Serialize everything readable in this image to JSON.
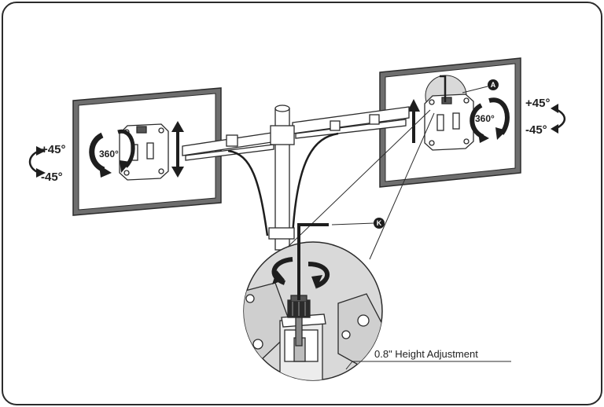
{
  "labels": {
    "left_rotate_up": "+45°",
    "left_rotate_down": "-45°",
    "left_spin": "360°",
    "right_rotate_up": "+45°",
    "right_rotate_down": "-45°",
    "right_spin": "360°",
    "callout_a": "A",
    "callout_k": "K",
    "height_adjustment": "0.8\" Height Adjustment"
  },
  "colors": {
    "line": "#2b2b2b",
    "monitor_frame": "#6e6e6e",
    "detail_fill": "#ececec",
    "zoom_fill": "#d9d9d9",
    "callout_fill": "#1e1e1e"
  }
}
